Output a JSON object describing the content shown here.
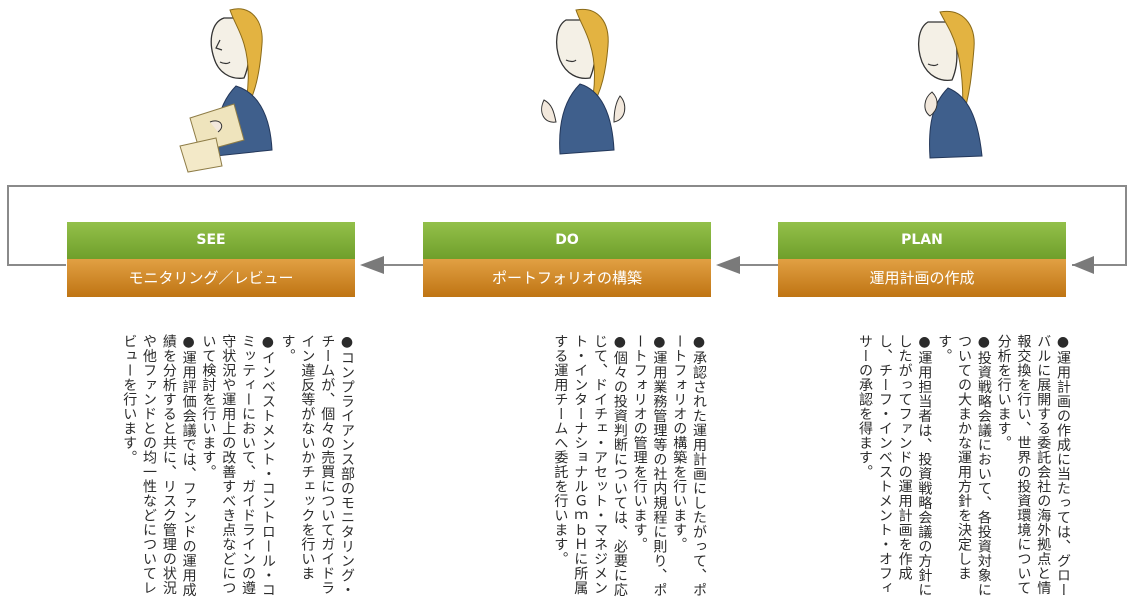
{
  "stages": [
    {
      "id": "see",
      "head": "SEE",
      "sub": "モニタリング／レビュー",
      "bullets": [
        "●コンプライアンス部のモニタリング・チームが、個々の売買についてガイドライン違反等がないかチェックを行います。",
        "●インベストメント・コントロール・コミッティーにおいて、ガイドラインの遵守状況や運用上の改善すべき点などについて検討を行います。",
        "●運用評価会議では、ファンドの運用成績を分析すると共に、リスク管理の状況や他ファンドとの均一性などについてレビューを行います。"
      ]
    },
    {
      "id": "do",
      "head": "DO",
      "sub": "ポートフォリオの構築",
      "bullets": [
        "●承認された運用計画にしたがって、ポートフォリオの構築を行います。",
        "●運用業務管理等の社内規程に則り、ポートフォリオの管理を行います。",
        "●個々の投資判断については、必要に応じて、ドイチェ・アセット・マネジメント・インターナショナルＧｍｂＨに所属する運用チームへ委託を行います。"
      ]
    },
    {
      "id": "plan",
      "head": "PLAN",
      "sub": "運用計画の作成",
      "bullets": [
        "●運用計画の作成に当たっては、グローバルに展開する委託会社の海外拠点と情報交換を行い、世界の投資環境について分析を行います。",
        "●投資戦略会議において、各投資対象についての大まかな運用方針を決定します。",
        "●運用担当者は、投資戦略会議の方針にしたがってファンドの運用計画を作成し、チーフ・インベストメント・オフィサーの承認を得ます。"
      ]
    }
  ],
  "colors": {
    "green": "#7eac36",
    "orange": "#d58a26",
    "arrow": "#7a7a7a",
    "line": "#8a8a8a"
  },
  "icons": [
    "woman-reading-figure-icon",
    "woman-explaining-figure-icon",
    "woman-thinking-figure-icon"
  ]
}
